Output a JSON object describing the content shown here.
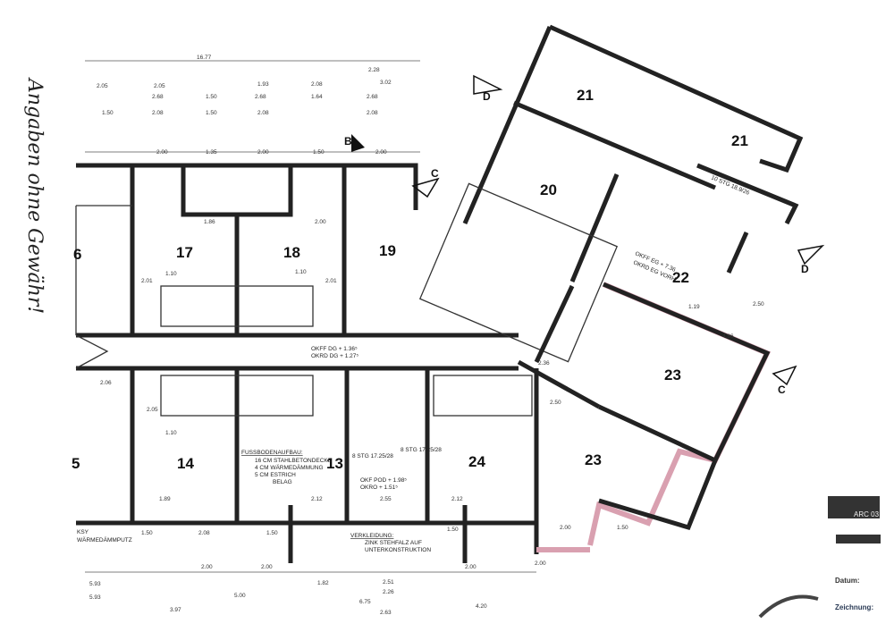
{
  "disclaimer": "Angaben ohne Gewähr!",
  "rooms": [
    "6",
    "17",
    "18",
    "19",
    "20",
    "21",
    "21",
    "22",
    "23",
    "23",
    "24",
    "14",
    "13",
    "5"
  ],
  "section_markers": [
    "D",
    "D",
    "C",
    "C",
    "B"
  ],
  "notes": {
    "floor_title": "FUSSBODENAUFBAU:",
    "floor_1": "16 CM STAHLBETONDECKE",
    "floor_2": "4 CM WÄRMEDÄMMUNG",
    "floor_3": "5 CM ESTRICH",
    "floor_4": "BELAG",
    "cladding_title": "VERKLEIDUNG:",
    "cladding_1": "ZINK STEHFALZ AUF",
    "cladding_2": "UNTERKONSTRUKTION",
    "okff_dg": "OKFF DG + 1.36⁵",
    "okrd_dg": "OKRD DG + 1.27⁵",
    "okf_pod": "OKF POD + 1.98⁵",
    "okro": "OKRO + 1.51⁵",
    "stairs_1": "8 STG 17.25/28",
    "stairs_2": "8 STG 17.25/28",
    "stairs_3": "10 STG 18.9/26",
    "okff_eg": "OKFF EG + 7.36",
    "okrd_eg": "OKRD EG VORH.",
    "ksy": "KSY",
    "plaster": "WÄRMEDÄMMPUTZ"
  },
  "dimensions": {
    "top": [
      "16.77",
      "2.05",
      "2.68",
      "1.50",
      "2.08",
      "2.05",
      "1.50",
      "2.68",
      "1.50",
      "2.08",
      "1.93",
      "2.68",
      "1.64",
      "2.08",
      "2.08",
      "3.02",
      "2.28",
      "2.00",
      "1.35",
      "2.00",
      "1.50",
      "2.00"
    ],
    "mid": [
      "1.86",
      "2.00",
      "1.10",
      "1.10",
      "2.01",
      "2.01",
      "2.06",
      "1.10",
      "2.05",
      "2.12",
      "2.55",
      "2.12",
      "1.89",
      "2.50",
      "2.36",
      "1.19",
      "2.50",
      "4.86"
    ],
    "bottom": [
      "1.50",
      "2.08",
      "1.50",
      "1.50",
      "2.00",
      "2.00",
      "2.00",
      "5.00",
      "1.82",
      "2.51",
      "2.26",
      "1.50",
      "2.00",
      "5.93",
      "5.93",
      "3.97",
      "6.75",
      "2.63",
      "4.20",
      "2.00"
    ]
  },
  "stamp": {
    "line1": "ARC 03",
    "line2": "Datum:",
    "line3": "Zeichnung:"
  }
}
